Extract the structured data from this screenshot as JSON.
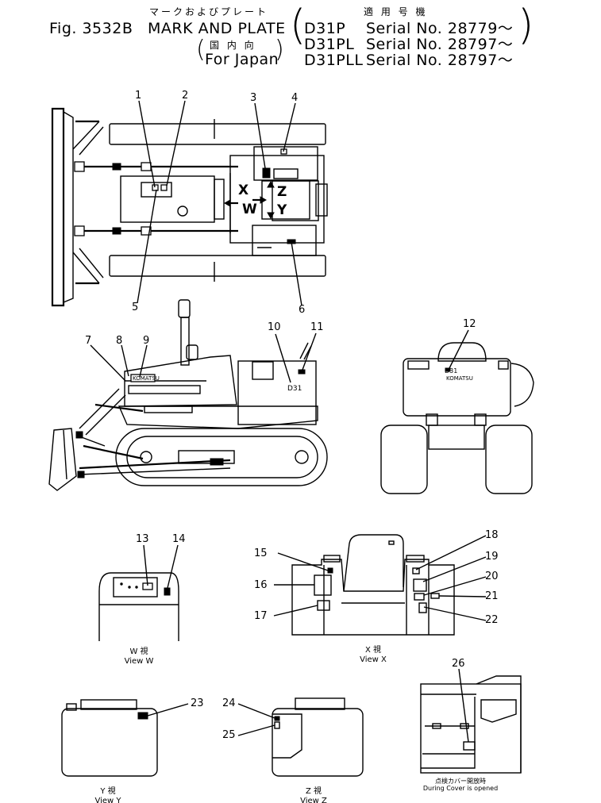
{
  "header": {
    "fig_no": "Fig. 3532B",
    "title_jp": "マークおよびプレート",
    "title_en": "MARK AND PLATE",
    "sub_jp": "国 内 向",
    "sub_en": "For Japan",
    "apply_jp": "適 用 号 機",
    "models": [
      {
        "model": "D31P",
        "serial": "Serial No. 28779～"
      },
      {
        "model": "D31PL",
        "serial": "Serial No. 28797～"
      },
      {
        "model": "D31PLL",
        "serial": "Serial No. 28797～"
      }
    ]
  },
  "callouts": [
    "1",
    "2",
    "3",
    "4",
    "5",
    "6",
    "7",
    "8",
    "9",
    "10",
    "11",
    "12",
    "13",
    "14",
    "15",
    "16",
    "17",
    "18",
    "19",
    "20",
    "21",
    "22",
    "23",
    "24",
    "25",
    "26"
  ],
  "view_markers": {
    "x": "X",
    "w": "W",
    "z": "Z",
    "y": "Y"
  },
  "plate_text": {
    "komatsu": "KOMATSU",
    "model": "D31"
  },
  "views": {
    "w": {
      "jp": "W 視",
      "en": "View W"
    },
    "x": {
      "jp": "X 視",
      "en": "View X"
    },
    "y": {
      "jp": "Y 視",
      "en": "View Y"
    },
    "z": {
      "jp": "Z 視",
      "en": "View Z"
    },
    "cover": {
      "jp": "点検カバー開放時",
      "en": "During Cover is opened"
    }
  }
}
